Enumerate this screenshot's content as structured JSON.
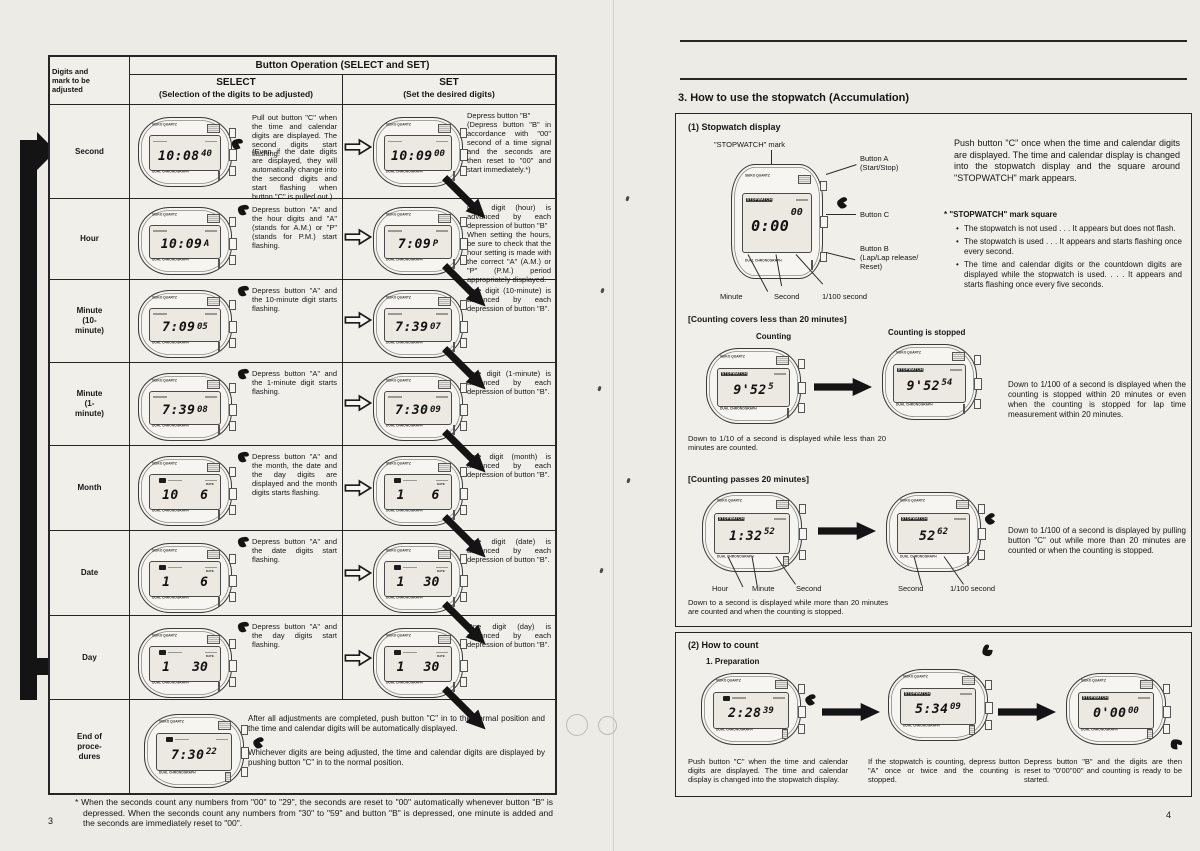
{
  "watch_face": {
    "brand": "SEIKO QUARTZ",
    "bottom": "DUAL CHRONOGRAPH",
    "banner": "STOPWATCH",
    "date_label": "DATE"
  },
  "page_left": {
    "page_number": "3",
    "table": {
      "title": "Button Operation (SELECT and SET)",
      "col1_header": "Digits and\nmark to be\nadjusted",
      "select_header": "SELECT",
      "select_sub": "(Selection of the digits to be  adjusted)",
      "set_header": "SET",
      "set_sub": "(Set the desired digits)",
      "rows": [
        {
          "label": "Second",
          "select_text": "Pull out button \"C\" when the time and calendar digits are displayed. The second digits start flashing.",
          "select_text2": "(Even if the date digits are displayed, they will automatically change into the second digits and start flashing when button \"C\" is pulled out.)",
          "select_watch": {
            "main": "10:08",
            "sec": "40"
          },
          "set_text": "Depress button \"B\"\n(Depress button \"B\" in accordance with \"00\" second of a time signal and the seconds are then reset to \"00\" and start immediately.*)",
          "set_watch": {
            "main": "10:09",
            "sec": "00"
          }
        },
        {
          "label": "Hour",
          "select_text": "Depress button \"A\" and the hour digits and \"A\" (stands for A.M.) or \"P\" (stands for P.M.) start flashing.",
          "select_watch": {
            "main": "10:09",
            "sec": "A"
          },
          "set_text": "One digit (hour) is advanced by each depression of button \"B\"\nWhen setting the hours, be sure to check that the hour setting is made with the correct \"A\" (A.M.) or \"P\" (P.M.) period appropriately displayed.",
          "set_watch": {
            "main": "7:09",
            "sec": "P"
          }
        },
        {
          "label": "Minute\n(10-\nminute)",
          "select_text": "Depress button \"A\" and the 10-minute digit starts flashing.",
          "select_watch": {
            "main": "7:09",
            "sec": "05"
          },
          "set_text": "One digit (10-minute) is advanced by each depression of button \"B\".",
          "set_watch": {
            "main": "7:39",
            "sec": "07"
          }
        },
        {
          "label": "Minute\n(1-\nminute)",
          "select_text": "Depress button \"A\" and the 1-minute digit starts flashing.",
          "select_watch": {
            "main": "7:39",
            "sec": "08"
          },
          "set_text": "One digit (1-minute) is advanced by each depression of button \"B\".",
          "set_watch": {
            "main": "7:30",
            "sec": "09"
          }
        },
        {
          "label": "Month",
          "select_text": "Depress button \"A\" and the month, the date and the day digits are displayed and the month digits starts flashing.",
          "select_watch": {
            "main": "10",
            "sec": "6"
          },
          "set_text": "One digit (month) is advanced by each depression of button \"B\".",
          "set_watch": {
            "main": "1",
            "sec": "6"
          }
        },
        {
          "label": "Date",
          "select_text": "Depress button \"A\" and the date digits start flashing.",
          "select_watch": {
            "main": "1",
            "sec": "6"
          },
          "set_text": "One digit (date) is advanced by each depression of button \"B\".",
          "set_watch": {
            "main": "1",
            "sec": "30"
          }
        },
        {
          "label": "Day",
          "select_text": "Depress button \"A\" and the day digits start flashing.",
          "select_watch": {
            "main": "1",
            "sec": "30"
          },
          "set_text": "One digit (day) is advanced by each depression of button \"B\".",
          "set_watch": {
            "main": "1",
            "sec": "30"
          }
        }
      ]
    },
    "end": {
      "label": "End of\nproce-\ndures",
      "watch": {
        "main": "7:30",
        "sec": "22"
      },
      "text1": "After all adjustments are completed, push button \"C\" in to the normal position and the time and calendar digits will be automatically displayed.",
      "text2": "Whichever digits are being adjusted, the time and calendar digits are displayed by pushing button \"C\" in to the normal position."
    },
    "footnote": "*  When the seconds count any numbers from \"00\" to \"29\", the seconds are reset to \"00\" automatically whenever button \"B\" is depressed. When the seconds count any numbers from \"30\" to \"59\" and button \"B\" is depressed, one minute is added and the seconds are immediately reset to \"00\"."
  },
  "page_right": {
    "page_number": "4",
    "title": "3.  How to use the stopwatch (Accumulation)",
    "box1": {
      "title": "(1)  Stopwatch display",
      "intro": "Push button \"C\" once when the time and calendar digits are displayed. The time and calendar display is changed into the stopwatch display and the square around \"STOPWATCH\" mark appears.",
      "mark_title": "*  \"STOPWATCH\" mark square",
      "bullets": [
        "The stopwatch is not used . . . It appears but does not flash.",
        "The stopwatch is used . . . It appears and starts flashing once every second.",
        "The time and calendar digits or the countdown digits are displayed while the stopwatch is used. . . . It appears and starts flashing once every five seconds."
      ],
      "diagram": {
        "mark_label": "\"STOPWATCH\" mark",
        "btn_a": "Button A\n(Start/Stop)",
        "btn_c": "Button C",
        "btn_b": "Button B\n(Lap/Lap release/\nReset)",
        "lbl_min": "Minute",
        "lbl_sec": "Second",
        "lbl_hun": "1/100 second",
        "watch": {
          "main": "0:00",
          "sec": "00"
        }
      },
      "sub1": {
        "heading": "[Counting covers less than 20 minutes]",
        "counting": "Counting",
        "stopped": "Counting is stopped",
        "w1": {
          "main": "9'52",
          "sec": "5"
        },
        "w2": {
          "main": "9'52",
          "sec": "54"
        },
        "cap_left": "Down to 1/10 of a second is displayed while less than 20 minutes are counted.",
        "cap_right": "Down to 1/100 of a second is displayed when the counting is stopped within 20 minutes or even when the counting is stopped for lap time measurement within 20 minutes."
      },
      "sub2": {
        "heading": "[Counting passes 20 minutes]",
        "w1": {
          "main": "1:32",
          "sec": "52"
        },
        "w2": {
          "main": "52",
          "sec": "62"
        },
        "l_hour": "Hour",
        "l_min": "Minute",
        "l_sec": "Second",
        "l_sec2": "Second",
        "l_hun": "1/100 second",
        "cap_left": "Down to a second is displayed while more than 20 minutes are counted and when the counting is stopped.",
        "cap_right": "Down to 1/100 of a second is displayed by pulling button \"C\" out while more than 20 minutes are counted or when the counting is stopped."
      }
    },
    "box2": {
      "title": "(2)  How to count",
      "step": "1.  Preparation",
      "watches": [
        {
          "main": "2:28",
          "sec": "39"
        },
        {
          "main": "5:34",
          "sec": "09"
        },
        {
          "main": "0'00",
          "sec": "00"
        }
      ],
      "caps": [
        "Push button \"C\" when the time and calendar digits are displayed. The time and calendar display is changed into the stopwatch display.",
        "If the stopwatch is counting, depress button \"A\" once or twice and the counting is stopped.",
        "Depress button \"B\" and the digits are then reset to \"0'00\"00\" and counting is ready to be started."
      ]
    }
  }
}
